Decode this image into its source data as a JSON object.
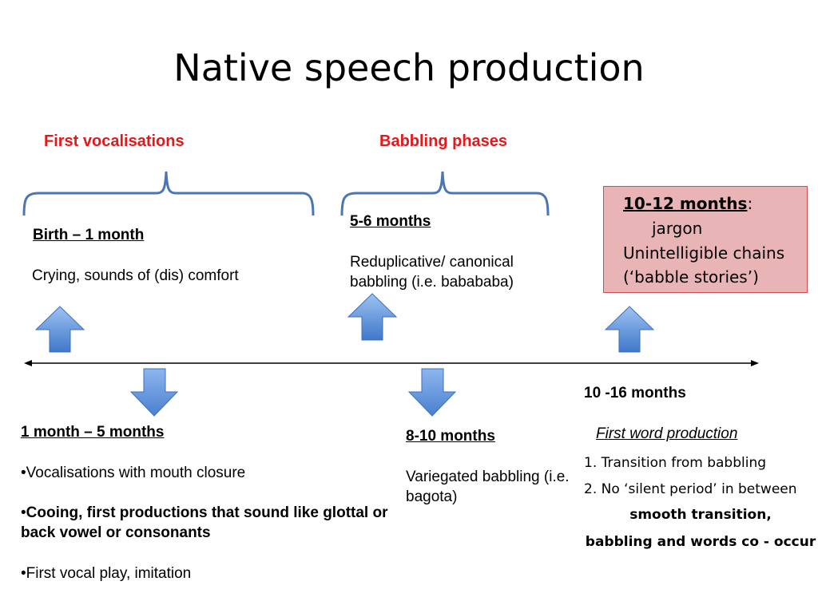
{
  "slide": {
    "title": "Native speech production"
  },
  "headings": {
    "first_vocalisations": "First vocalisations",
    "babbling_phases": "Babbling phases"
  },
  "stage_birth": {
    "period": "Birth – 1 month",
    "description": "Crying,  sounds of (dis) comfort"
  },
  "stage_5_6": {
    "period": "5-6 months",
    "description": "Reduplicative/ canonical babbling (i.e. babababa)"
  },
  "stage_10_12": {
    "period": "10-12 months",
    "colon": ":",
    "line1": "jargon",
    "line2": "Unintelligible chains",
    "line3": "(‘babble stories’)"
  },
  "stage_1_5": {
    "period": "1 month – 5 months",
    "bullet1": "•Vocalisations with mouth closure",
    "bullet2_mark": "•",
    "bullet2": "Cooing, first productions that sound like glottal or back vowel or consonants",
    "bullet3": "•First vocal play, imitation"
  },
  "stage_8_10": {
    "period": "8-10 months",
    "description": "Variegated babbling (i.e. bagota)"
  },
  "stage_10_16": {
    "period": "10 -16 months",
    "subtitle": "First word production",
    "item1": "1. Transition from babbling",
    "item2": "2. No ‘silent period’ in between",
    "note1": "smooth transition,",
    "note2": "babbling and words co - occur"
  },
  "colors": {
    "heading_red": "#e3181b",
    "brace_blue": "#4a76b5",
    "arrow_blue": "#4f86d6",
    "box_fill": "#e8b4b6",
    "box_border": "#d84a4f"
  },
  "icons": {
    "up_arrows": "block-arrow-up",
    "down_arrows": "block-arrow-down",
    "timeline": "double-headed-arrow",
    "groups": "curly-brace"
  }
}
